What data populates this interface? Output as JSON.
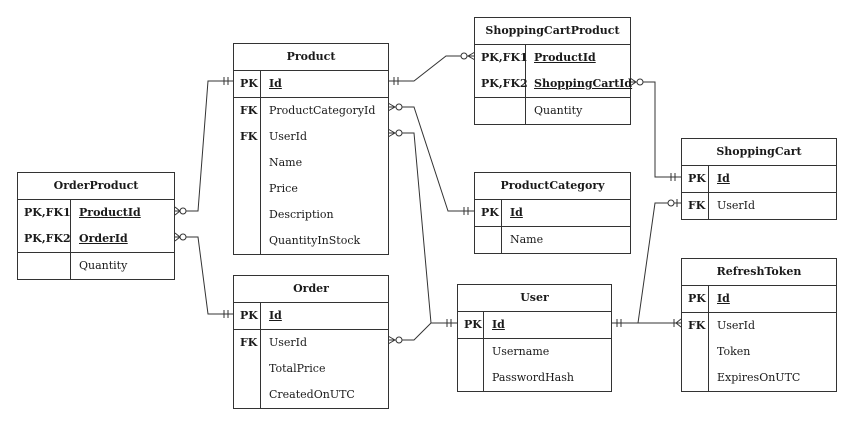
{
  "entities": {
    "product": {
      "name": "Product",
      "pk": [
        {
          "key": "PK",
          "field": "Id"
        }
      ],
      "fields": [
        {
          "key": "FK",
          "field": "ProductCategoryId"
        },
        {
          "key": "FK",
          "field": "UserId"
        },
        {
          "key": "",
          "field": "Name"
        },
        {
          "key": "",
          "field": "Price"
        },
        {
          "key": "",
          "field": "Description"
        },
        {
          "key": "",
          "field": "QuantityInStock"
        }
      ]
    },
    "shopping_cart_product": {
      "name": "ShoppingCartProduct",
      "pk": [
        {
          "key": "PK,FK1",
          "field": "ProductId"
        },
        {
          "key": "PK,FK2",
          "field": "ShoppingCartId"
        }
      ],
      "fields": [
        {
          "key": "",
          "field": "Quantity"
        }
      ]
    },
    "order_product": {
      "name": "OrderProduct",
      "pk": [
        {
          "key": "PK,FK1",
          "field": "ProductId"
        },
        {
          "key": "PK,FK2",
          "field": "OrderId"
        }
      ],
      "fields": [
        {
          "key": "",
          "field": "Quantity"
        }
      ]
    },
    "shopping_cart": {
      "name": "ShoppingCart",
      "pk": [
        {
          "key": "PK",
          "field": "Id"
        }
      ],
      "fields": [
        {
          "key": "FK",
          "field": "UserId"
        }
      ]
    },
    "product_category": {
      "name": "ProductCategory",
      "pk": [
        {
          "key": "PK",
          "field": "Id"
        }
      ],
      "fields": [
        {
          "key": "",
          "field": "Name"
        }
      ]
    },
    "order": {
      "name": "Order",
      "pk": [
        {
          "key": "PK",
          "field": "Id"
        }
      ],
      "fields": [
        {
          "key": "FK",
          "field": "UserId"
        },
        {
          "key": "",
          "field": "TotalPrice"
        },
        {
          "key": "",
          "field": "CreatedOnUTC"
        }
      ]
    },
    "user": {
      "name": "User",
      "pk": [
        {
          "key": "PK",
          "field": "Id"
        }
      ],
      "fields": [
        {
          "key": "",
          "field": "Username"
        },
        {
          "key": "",
          "field": "PasswordHash"
        }
      ]
    },
    "refresh_token": {
      "name": "RefreshToken",
      "pk": [
        {
          "key": "PK",
          "field": "Id"
        }
      ],
      "fields": [
        {
          "key": "FK",
          "field": "UserId"
        },
        {
          "key": "",
          "field": "Token"
        },
        {
          "key": "",
          "field": "ExpiresOnUTC"
        }
      ]
    }
  },
  "relationships": [
    {
      "from": "Product.Id",
      "to": "ShoppingCartProduct.ProductId",
      "cardinality": "one-to-zero-or-many"
    },
    {
      "from": "Product.Id",
      "to": "OrderProduct.ProductId",
      "cardinality": "one-to-zero-or-many"
    },
    {
      "from": "ProductCategory.Id",
      "to": "Product.ProductCategoryId",
      "cardinality": "one-to-zero-or-many"
    },
    {
      "from": "User.Id",
      "to": "Product.UserId",
      "cardinality": "one-to-zero-or-many"
    },
    {
      "from": "ShoppingCart.Id",
      "to": "ShoppingCartProduct.ShoppingCartId",
      "cardinality": "one-to-zero-or-many"
    },
    {
      "from": "Order.Id",
      "to": "OrderProduct.OrderId",
      "cardinality": "one-to-zero-or-many"
    },
    {
      "from": "User.Id",
      "to": "Order.UserId",
      "cardinality": "one-to-zero-or-many"
    },
    {
      "from": "User.Id",
      "to": "ShoppingCart.UserId",
      "cardinality": "one-to-zero-or-one"
    },
    {
      "from": "User.Id",
      "to": "RefreshToken.UserId",
      "cardinality": "one-to-one-or-many"
    }
  ]
}
